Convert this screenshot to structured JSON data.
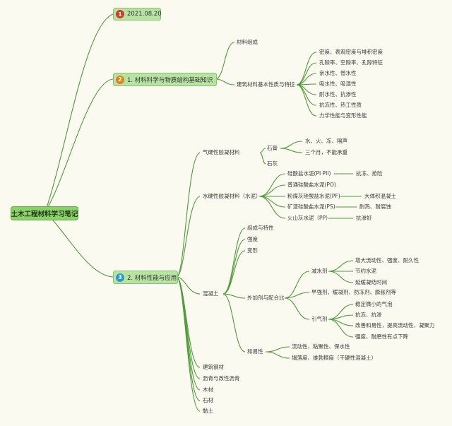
{
  "root": "土木工程材料学习笔记",
  "branch1": {
    "num": "1",
    "label": "2021.08.20",
    "color": "#d63a2a"
  },
  "branch2": {
    "num": "2",
    "label": "1. 材料科学与物质结构基础知识",
    "color": "#e87f1d",
    "children": {
      "composition": "材料组成",
      "properties": {
        "label": "建筑材料基本性质与特征",
        "items": [
          "密度、表观密度与堆积密度",
          "孔隙率、空隙率、孔隙特征",
          "亲水性、憎水性",
          "吸水性、吸湿性",
          "耐水性、抗渗性",
          "抗冻性、热工性质",
          "力学性能与变形性能"
        ]
      }
    }
  },
  "branch3": {
    "num": "3",
    "label": "2. 材料性能与应用",
    "color": "#2a9ad6",
    "air_hardening": {
      "label": "气硬性胶凝材料",
      "gypsum": {
        "label": "石膏",
        "items": [
          "水、火、冻、隔声",
          "三个月，不能承重"
        ]
      },
      "lime": "石灰"
    },
    "hydraulic": {
      "label": "水硬性胶凝材料（水泥）",
      "items": [
        {
          "label": "硅酸盐水泥(PI PII)",
          "note": "抗冻、抢险"
        },
        {
          "label": "普通硅酸盐水泥(PO)",
          "note": ""
        },
        {
          "label": "粉煤灰硅酸盐水泥(PF)",
          "note": "大体积混凝土"
        },
        {
          "label": "矿渣硅酸盐水泥(PS)",
          "note": "耐热、耐腐蚀"
        },
        {
          "label": "火山灰水泥（PP）",
          "note": "抗渗好"
        }
      ]
    },
    "concrete": {
      "label": "混凝土",
      "composition": "组成与特性",
      "strength": "强度",
      "deformation": "变形",
      "admixture": {
        "label": "外加剂与配合比",
        "water_reducer": {
          "label": "减水剂",
          "items": [
            "增大流动性、强度、耐久性",
            "节约水泥",
            "延缓凝结时间"
          ]
        },
        "early": "早强剂、缓凝剂、防冻剂、膨胀剂等",
        "air_entrainer": {
          "label": "引气剂",
          "items": [
            "稳定微小的气泡",
            "抗冻、抗渗",
            "改善和易性，提高流动性、凝聚力",
            "强度、耐磨性有点下降"
          ]
        }
      },
      "workability": {
        "label": "和易性",
        "items": [
          "流动性、粘聚性、保水性",
          "塌落度、维勃稠度（干硬性混凝土）"
        ]
      }
    },
    "others": [
      "建筑钢材",
      "沥青与改性沥青",
      "木材",
      "石材",
      "黏土"
    ]
  },
  "colors": {
    "line": "#4f9a3a",
    "box_fill": "#b7e4a3",
    "root_fill": "#8bd06a",
    "bg": "#fbfaf0"
  }
}
